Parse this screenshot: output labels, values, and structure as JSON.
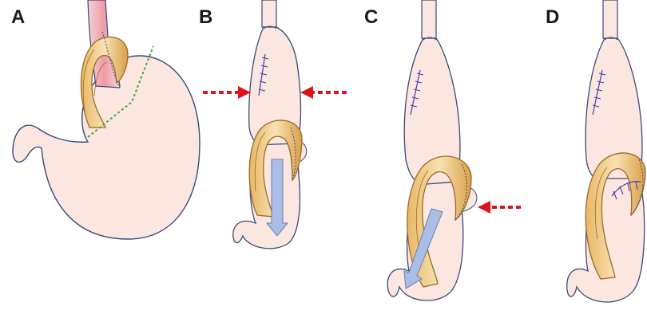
{
  "panels": [
    {
      "letter": "A"
    },
    {
      "letter": "B"
    },
    {
      "letter": "C"
    },
    {
      "letter": "D"
    }
  ],
  "colors": {
    "stomach_fill": "#fbe6e0",
    "stomach_outline": "#3a4a7a",
    "band_fill": "#f3d9a6",
    "band_outline": "#9a6a2a",
    "esophagus_fill": "#f0b6bd",
    "staple_line": "#4a3aa8",
    "cut_line": "#3aa83a",
    "red_arrow": "#e0121a",
    "slip_arrow": "#a9bde6"
  },
  "icons": {
    "pressure_arrow": "red-dashed-arrow-icon",
    "slip_arrow": "blue-downward-arrow-icon"
  }
}
